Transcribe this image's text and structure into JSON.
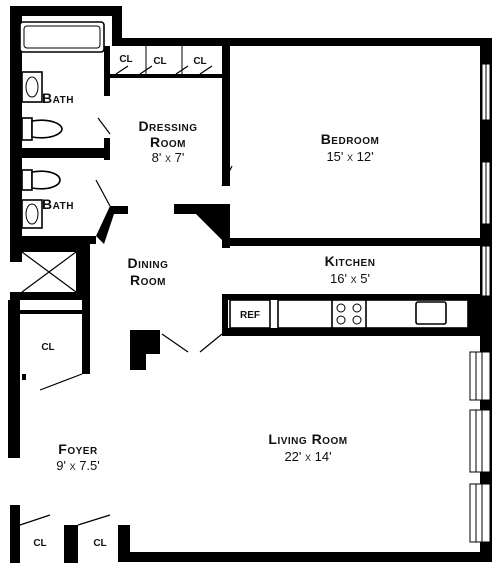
{
  "rooms": {
    "bath_upper": {
      "name": "Bath"
    },
    "bath_lower": {
      "name": "Bath"
    },
    "dressing_room": {
      "name_line1": "Dressing",
      "name_line2": "Room",
      "dims": "8' x 7'"
    },
    "bedroom": {
      "name": "Bedroom",
      "dims": "15' x 12'"
    },
    "kitchen": {
      "name": "Kitchen",
      "dims": "16' x 5'",
      "ref_label": "REF"
    },
    "dining_room": {
      "name_line1": "Dining",
      "name_line2": "Room"
    },
    "foyer": {
      "name": "Foyer",
      "dims": "9' x 7.5'"
    },
    "living_room": {
      "name": "Living Room",
      "dims": "22' x 14'"
    }
  },
  "closets": [
    "CL",
    "CL",
    "CL",
    "CL",
    "CL",
    "CL"
  ],
  "icons": [
    "bathtub-icon",
    "sink-icon",
    "toilet-icon",
    "stove-icon",
    "kitchen-sink-icon",
    "refrigerator-icon"
  ]
}
